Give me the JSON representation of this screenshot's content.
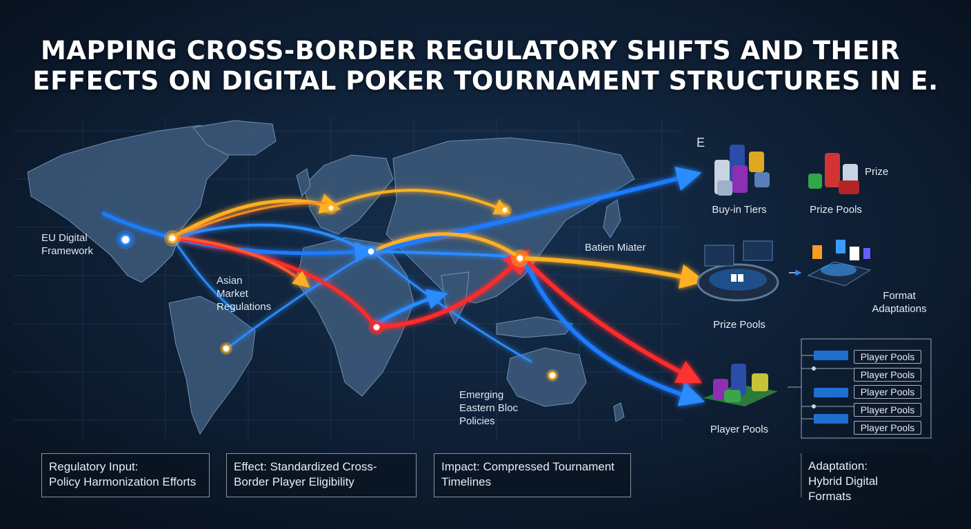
{
  "title": {
    "line1": "MAPPING CROSS-BORDER REGULATORY SHIFTS AND THEIR",
    "line2": "EFFECTS ON DIGITAL POKER TOURNAMENT STRUCTURES IN E."
  },
  "map_labels": {
    "eu": "EU Digital\nFramework",
    "asian": "Asian\nMarket\nRegulations",
    "emerging": "Emerging\nEastern Bloc\nPolicies",
    "batien": "Batien Miater",
    "e_mark": "E"
  },
  "outputs": {
    "buy_in": "Buy-in Tiers",
    "prize_pools_top": "Prize Pools",
    "prize_small": "Prize",
    "prize_pools_mid": "Prize Pools",
    "format": "Format\nAdaptations",
    "player_pools": "Player Pools"
  },
  "player_pool_list": [
    "Player Pools",
    "Player Pools",
    "Player Pools",
    "Player Pools",
    "Player Pools"
  ],
  "boxes": {
    "input": {
      "head": "Regulatory Input:",
      "body": "Policy Harmonization Efforts"
    },
    "effect": {
      "head": "Effect:",
      "rest": " Standardized Cross-",
      "body": "Border Player Eligibility"
    },
    "impact": {
      "head": "Impact:",
      "rest": " Compressed Tournament",
      "body": "Timelines"
    },
    "adaptation": {
      "head": "Adaptation:",
      "body": "Hybrid Digital Formats"
    }
  },
  "colors": {
    "background": "#0b1626",
    "map_fill": "#3e5b7c",
    "blue_flow": "#1e7bff",
    "red_flow": "#ff2a2a",
    "orange_flow": "#ffb020"
  }
}
